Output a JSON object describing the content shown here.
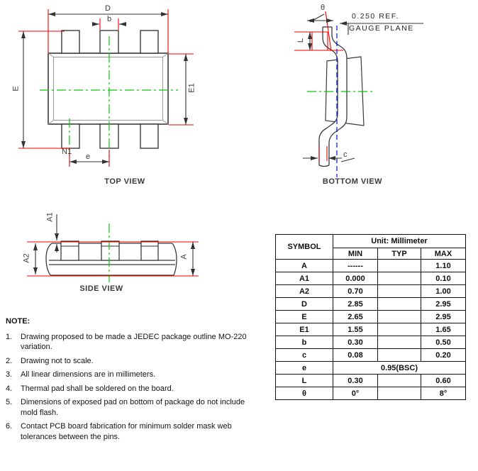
{
  "views": {
    "top": {
      "caption": "TOP VIEW",
      "labels": {
        "D": "D",
        "b": "b",
        "E": "E",
        "E1": "E1",
        "N1": "N1",
        "e": "e"
      }
    },
    "bottom": {
      "caption": "BOTTOM VIEW",
      "labels": {
        "theta": "θ",
        "ref": "0.250 REF.",
        "gauge_plane": "GAUGE PLANE",
        "L": "L",
        "c": "c"
      }
    },
    "side": {
      "caption": "SIDE VIEW",
      "labels": {
        "A1": "A1",
        "A2": "A2",
        "A": "A"
      }
    }
  },
  "table": {
    "header": {
      "symbol": "SYMBOL",
      "unit": "Unit: Millimeter",
      "min": "MIN",
      "typ": "TYP",
      "max": "MAX"
    },
    "rows": [
      {
        "symbol": "A",
        "min": "------",
        "typ": "",
        "max": "1.10"
      },
      {
        "symbol": "A1",
        "min": "0.000",
        "typ": "",
        "max": "0.10"
      },
      {
        "symbol": "A2",
        "min": "0.70",
        "typ": "",
        "max": "1.00"
      },
      {
        "symbol": "D",
        "min": "2.85",
        "typ": "",
        "max": "2.95"
      },
      {
        "symbol": "E",
        "min": "2.65",
        "typ": "",
        "max": "2.95"
      },
      {
        "symbol": "E1",
        "min": "1.55",
        "typ": "",
        "max": "1.65"
      },
      {
        "symbol": "b",
        "min": "0.30",
        "typ": "",
        "max": "0.50"
      },
      {
        "symbol": "c",
        "min": "0.08",
        "typ": "",
        "max": "0.20"
      },
      {
        "symbol": "e",
        "span": "0.95(BSC)"
      },
      {
        "symbol": "L",
        "min": "0.30",
        "typ": "",
        "max": "0.60"
      },
      {
        "symbol": "θ",
        "min": "0°",
        "typ": "",
        "max": "8°"
      }
    ]
  },
  "notes": {
    "title": "NOTE:",
    "items": [
      {
        "num": "1.",
        "text": "Drawing proposed to be made a JEDEC package outline MO-220 variation."
      },
      {
        "num": "2.",
        "text": "Drawing not to scale."
      },
      {
        "num": "3.",
        "text": "All linear dimensions are in millimeters."
      },
      {
        "num": "4.",
        "text": "Thermal pad shall be soldered on the board."
      },
      {
        "num": "5.",
        "text": "Dimensions of exposed pad on bottom of package do not include mold flash."
      },
      {
        "num": "6.",
        "text": "Contact PCB board fabrication for minimum solder mask web tolerances between the pins."
      }
    ]
  },
  "colors": {
    "dimension_red": "#f20000",
    "centerline_green": "#00d000",
    "gauge_blue": "#0010dd",
    "outline": "#333333"
  }
}
